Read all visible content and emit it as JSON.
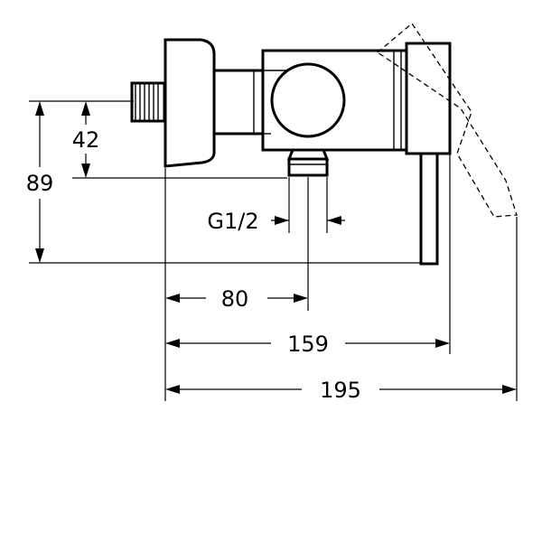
{
  "dimensions": {
    "height_small": "42",
    "height_total": "89",
    "thread_size": "G1/2",
    "width_outlet": "80",
    "width_body": "159",
    "width_total": "195"
  },
  "colors": {
    "line": "#000000",
    "background": "#ffffff"
  }
}
